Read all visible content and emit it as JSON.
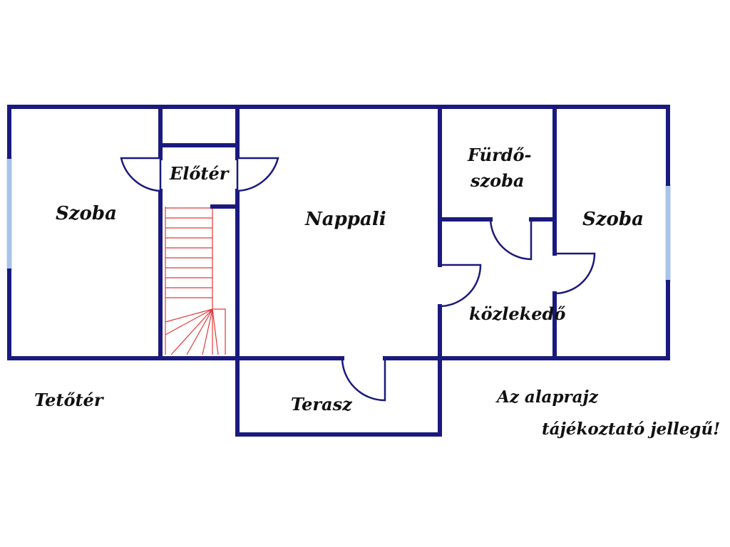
{
  "rooms": {
    "szoba_left": "Szoba",
    "eloter": "Előtér",
    "nappali": "Nappali",
    "furdo_line1": "Fürdő-",
    "furdo_line2": "szoba",
    "szoba_right": "Szoba",
    "kozlekedo": "közlekedő",
    "terasz": "Terasz",
    "tetoter": "Tetőtér"
  },
  "note": {
    "line1": "Az alaprajz",
    "line2": "tájékoztató jellegű!"
  },
  "colors": {
    "wall": "#1a1a7e",
    "window": "#a8c4e8",
    "stairs": "#e23a3a"
  }
}
